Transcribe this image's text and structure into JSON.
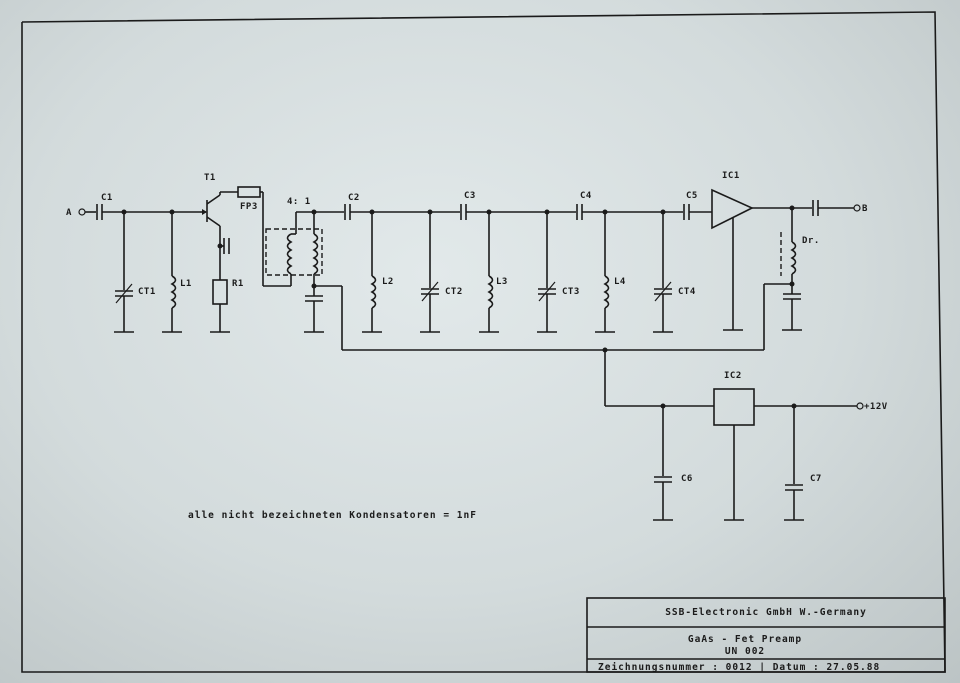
{
  "labels": {
    "input": "A",
    "c1": "C1",
    "t1": "T1",
    "fp3": "FP3",
    "ratio": "4: 1",
    "c2": "C2",
    "c3": "C3",
    "c4": "C4",
    "c5": "C5",
    "ic1": "IC1",
    "output": "B",
    "ct1": "CT1",
    "l1": "L1",
    "r1": "R1",
    "l2": "L2",
    "ct2": "CT2",
    "l3": "L3",
    "ct3": "CT3",
    "l4": "L4",
    "ct4": "CT4",
    "dr": "Dr.",
    "ic2": "IC2",
    "supply": "+12V",
    "c6": "C6",
    "c7": "C7"
  },
  "note": "alle nicht bezeichneten Kondensatoren = 1nF",
  "title_block": {
    "company": "SSB-Electronic GmbH   W.-Germany",
    "title": "GaAs - Fet Preamp",
    "model": "UN 002",
    "drawing_line": "Zeichnungsnummer : 0012 | Datum : 27.05.88"
  }
}
